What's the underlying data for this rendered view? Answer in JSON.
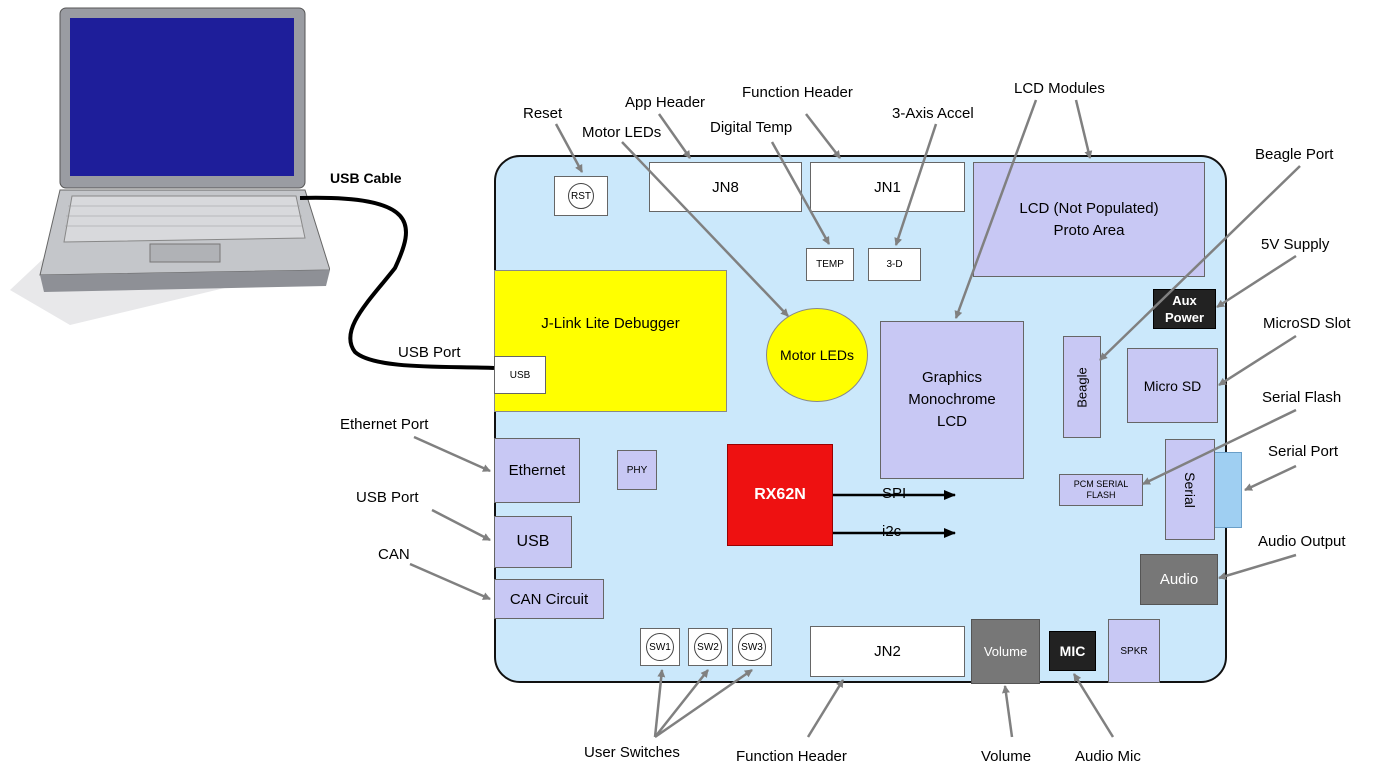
{
  "laptop": {
    "usb_cable_label": "USB Cable"
  },
  "board": {
    "debugger": "J-Link Lite Debugger",
    "usb_debug": "USB",
    "usb_port_label": "USB Port",
    "rst": "RST",
    "jn8": "JN8",
    "jn1": "JN1",
    "jn2": "JN2",
    "temp": "TEMP",
    "three_d": "3-D",
    "lcd_proto": "LCD (Not Populated)\nProto Area",
    "aux_power": "Aux\nPower",
    "motor_leds": "Motor LEDs",
    "graphics_lcd": "Graphics\nMonochrome\nLCD",
    "beagle": "Beagle",
    "micro_sd": "Micro SD",
    "ethernet": "Ethernet",
    "phy": "PHY",
    "rx62n": "RX62N",
    "spi": "SPI",
    "i2c": "i2c",
    "pcm_flash": "PCM SERIAL\nFLASH",
    "serial": "Serial",
    "usb": "USB",
    "can_circuit": "CAN Circuit",
    "audio": "Audio",
    "sw1": "SW1",
    "sw2": "SW2",
    "sw3": "SW3",
    "volume": "Volume",
    "mic": "MIC",
    "spkr": "SPKR"
  },
  "callouts": {
    "reset": "Reset",
    "app_header": "App Header",
    "motor_leds": "Motor LEDs",
    "digital_temp": "Digital Temp",
    "function_header_top": "Function Header",
    "accel": "3-Axis Accel",
    "lcd_modules": "LCD Modules",
    "beagle_port": "Beagle Port",
    "supply": "5V Supply",
    "microsd_slot": "MicroSD Slot",
    "serial_flash": "Serial Flash",
    "serial_port": "Serial Port",
    "audio_output": "Audio Output",
    "ethernet_port": "Ethernet Port",
    "usb_port": "USB Port",
    "can": "CAN",
    "user_switches": "User Switches",
    "function_header_bottom": "Function Header",
    "volume": "Volume",
    "audio_mic": "Audio Mic"
  },
  "colors": {
    "board": "#cbe8fb",
    "debugger": "#ffff00",
    "rx62n": "#ee1111",
    "component": "#c8c8f4",
    "arrow": "#808080",
    "laptop_screen": "#1e1e9a"
  }
}
